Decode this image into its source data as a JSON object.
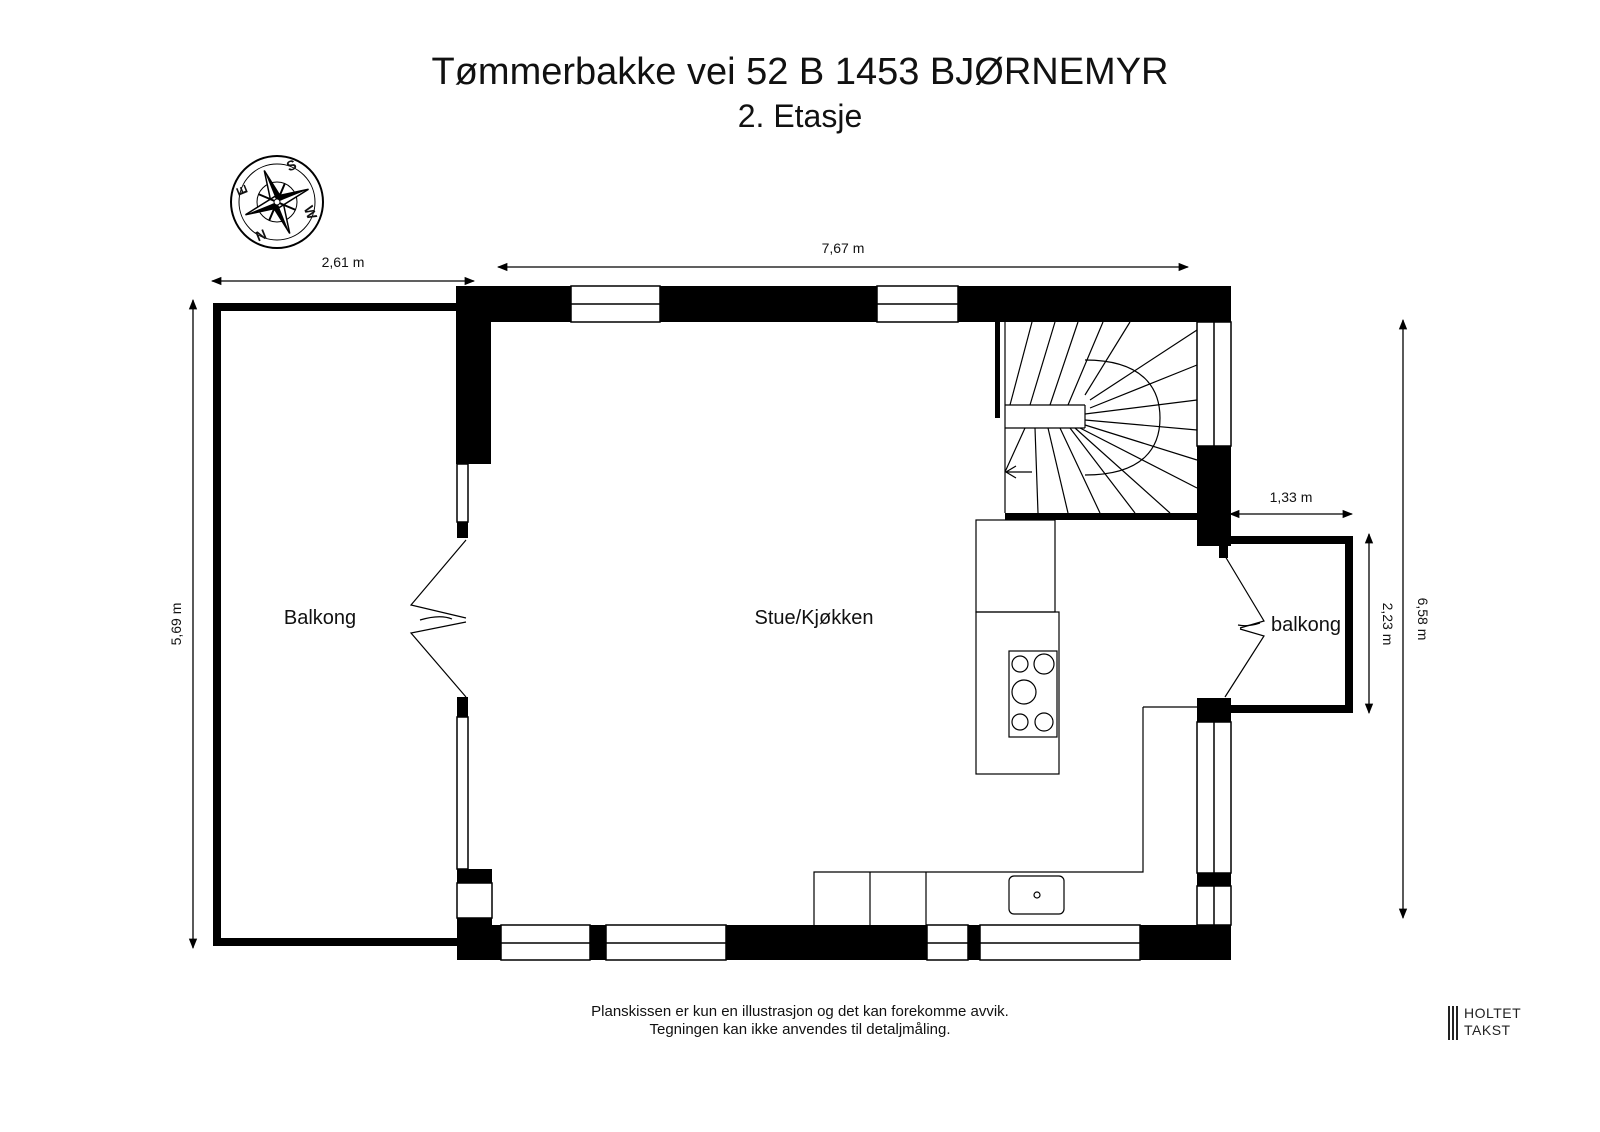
{
  "header": {
    "title": "Tømmerbakke vei 52 B 1453 BJØRNEMYR",
    "subtitle": "2. Etasje"
  },
  "compass": {
    "letters": [
      "S",
      "E",
      "N",
      "W"
    ]
  },
  "dimensions": {
    "balcony_left_width": "2,61 m",
    "main_width": "7,67 m",
    "balcony_left_height": "5,69 m",
    "main_height": "6,58 m",
    "balcony_right_width": "1,33 m",
    "balcony_right_height": "2,23 m"
  },
  "rooms": {
    "balcony_left": "Balkong",
    "living_kitchen": "Stue/Kjøkken",
    "balcony_right": "balkong"
  },
  "footer": {
    "disclaimer_line1": "Planskissen er kun en illustrasjon og det kan forekomme avvik.",
    "disclaimer_line2": "Tegningen kan ikke anvendes til detaljmåling."
  },
  "logo": {
    "line1": "HOLTET",
    "line2": "TAKST"
  },
  "colors": {
    "wall": "#000000",
    "background": "#ffffff"
  }
}
